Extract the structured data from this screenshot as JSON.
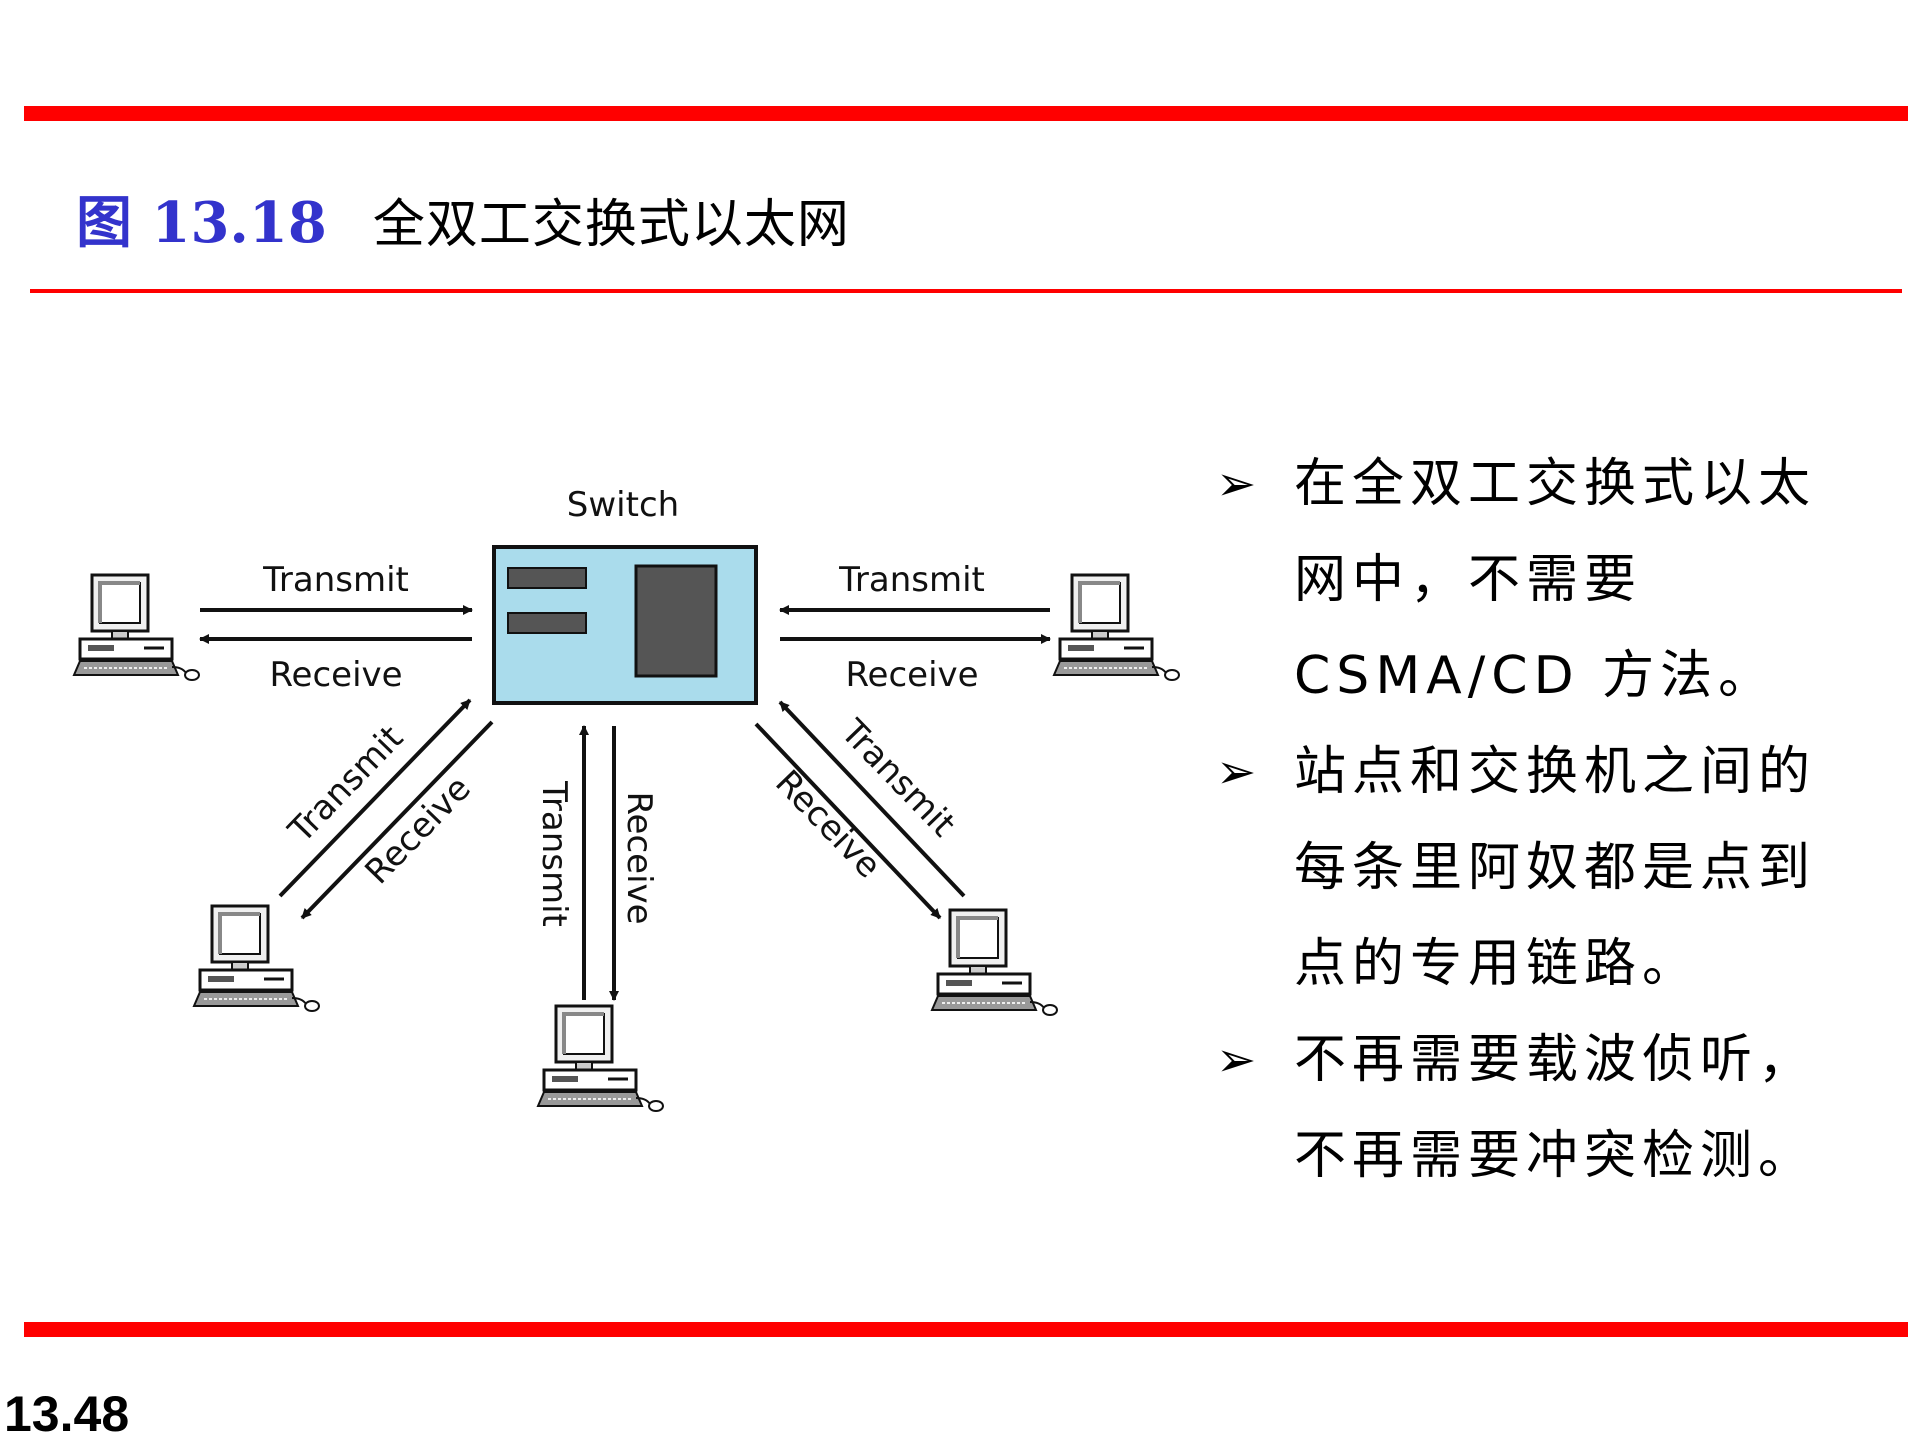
{
  "title": {
    "figure_label": "图 13.18",
    "text": "全双工交换式以太网"
  },
  "diagram": {
    "switch_label": "Switch",
    "links": [
      {
        "id": "left",
        "transmit": "Transmit",
        "receive": "Receive"
      },
      {
        "id": "right",
        "transmit": "Transmit",
        "receive": "Receive"
      },
      {
        "id": "bottom-left",
        "transmit": "Transmit",
        "receive": "Receive"
      },
      {
        "id": "bottom",
        "transmit": "Transmit",
        "receive": "Receive"
      },
      {
        "id": "bottom-right",
        "transmit": "Transmit",
        "receive": "Receive"
      }
    ],
    "colors": {
      "switch_fill": "#aadcec",
      "switch_module": "#555555"
    }
  },
  "bullets": [
    {
      "marker": "➢",
      "text": "在全双工交换式以太网中，不需要 CSMA/CD 方法。"
    },
    {
      "marker": "➢",
      "text": "站点和交换机之间的每条里阿奴都是点到点的专用链路。"
    },
    {
      "marker": "➢",
      "text": "不再需要载波侦听，不再需要冲突检测。"
    }
  ],
  "page_number": "13.48",
  "colors": {
    "rule": "#ff0000",
    "figure_label": "#3333cc"
  }
}
